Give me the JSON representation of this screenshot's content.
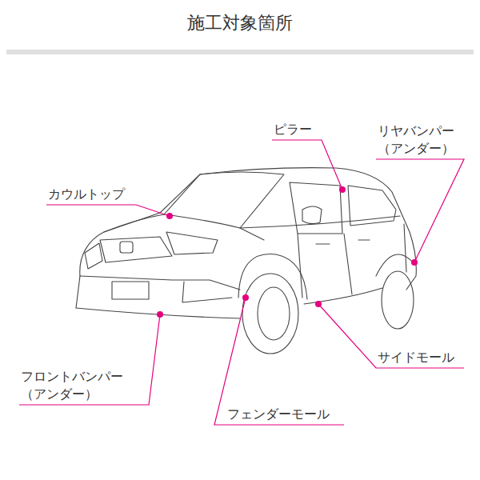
{
  "diagram": {
    "title": "施工対象箇所",
    "labels": [
      "ピラー",
      "リヤバンパー （アンダー）",
      "カウルトップ",
      "サイドモール",
      "フロントバンパー （アンダー）",
      "フェンダーモール"
    ]
  }
}
